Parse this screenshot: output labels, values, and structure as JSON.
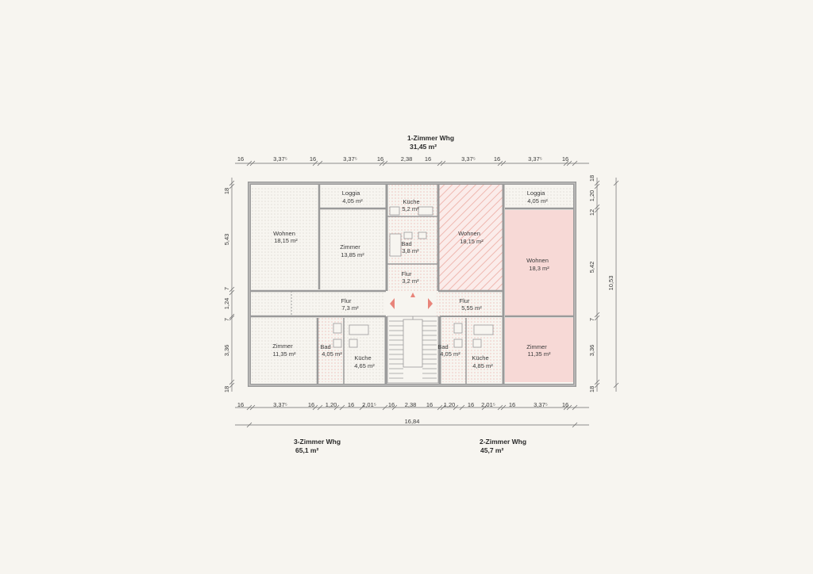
{
  "units": {
    "one_room": {
      "name": "1-Zimmer Whg",
      "area": "31,45 m²"
    },
    "three_room": {
      "name": "3-Zimmer Whg",
      "area": "65,1 m²"
    },
    "two_room": {
      "name": "2-Zimmer Whg",
      "area": "45,7 m²"
    }
  },
  "rooms": {
    "wohnen_3zi": {
      "name": "Wohnen",
      "area": "18,15 m²"
    },
    "zimmer_3zi_top": {
      "name": "Zimmer",
      "area": "13,85 m²"
    },
    "loggia_3zi": {
      "name": "Loggia",
      "area": "4,05 m²"
    },
    "zimmer_3zi_bottom": {
      "name": "Zimmer",
      "area": "11,35 m²"
    },
    "flur_3zi": {
      "name": "Flur",
      "area": "7,3 m²"
    },
    "bad_3zi": {
      "name": "Bad",
      "area": "4,05 m²"
    },
    "kueche_3zi": {
      "name": "Küche",
      "area": "4,65 m²"
    },
    "kueche_1zi": {
      "name": "Küche",
      "area": "5,2 m²"
    },
    "bad_1zi": {
      "name": "Bad",
      "area": "3,8 m²"
    },
    "flur_1zi": {
      "name": "Flur",
      "area": "3,2 m²"
    },
    "wohnen_1zi": {
      "name": "Wohnen",
      "area": "18,15 m²"
    },
    "flur_2zi": {
      "name": "Flur",
      "area": "5,55 m²"
    },
    "bad_2zi": {
      "name": "Bad",
      "area": "4,05 m²"
    },
    "kueche_2zi": {
      "name": "Küche",
      "area": "4,85 m²"
    },
    "loggia_2zi": {
      "name": "Loggia",
      "area": "4,05 m²"
    },
    "wohnen_2zi": {
      "name": "Wohnen",
      "area": "18,3 m²"
    },
    "zimmer_2zi": {
      "name": "Zimmer",
      "area": "11,35 m²"
    }
  },
  "dims": {
    "top": [
      "16",
      "3,37⁵",
      "16",
      "3,37⁵",
      "16",
      "2,38",
      "16",
      "3,37⁵",
      "16",
      "3,37⁵",
      "16"
    ],
    "bottom": [
      "16",
      "3,37⁵",
      "16",
      "1,20",
      "16",
      "2,01⁵",
      "16",
      "2,38",
      "16",
      "1,20",
      "16",
      "2,01⁵",
      "16",
      "3,37⁵",
      "16"
    ],
    "total_width": "16,84",
    "left": [
      "18",
      "5,43",
      "7",
      "1,24",
      "7",
      "3,36",
      "18"
    ],
    "right": [
      "18",
      "1,20",
      "12",
      "5,42",
      "7",
      "3,36",
      "18"
    ],
    "total_height": "10,53"
  },
  "colors": {
    "pink_fill": "#f7d9d6",
    "hatch": "#efb8b0",
    "dot_pink": "#e8a7a0",
    "dot_gray": "#c9c4bb",
    "arrow": "#e8847a",
    "wall": "#9a9a9a",
    "background": "#f7f5f0"
  }
}
